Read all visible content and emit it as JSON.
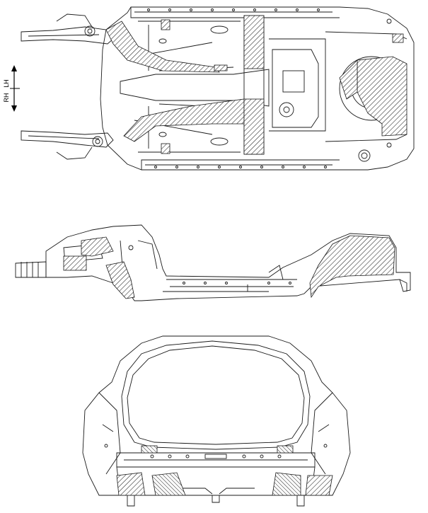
{
  "orientation": {
    "left_label": "LH",
    "right_label": "RH"
  },
  "views": [
    {
      "name": "underbody-bottom-view",
      "hatched": true
    },
    {
      "name": "underbody-side-view",
      "hatched": true
    },
    {
      "name": "rear-end-panel-view",
      "hatched": true
    }
  ],
  "colors": {
    "line": "#1a1a1a",
    "hatch": "#222222",
    "background": "#ffffff"
  }
}
